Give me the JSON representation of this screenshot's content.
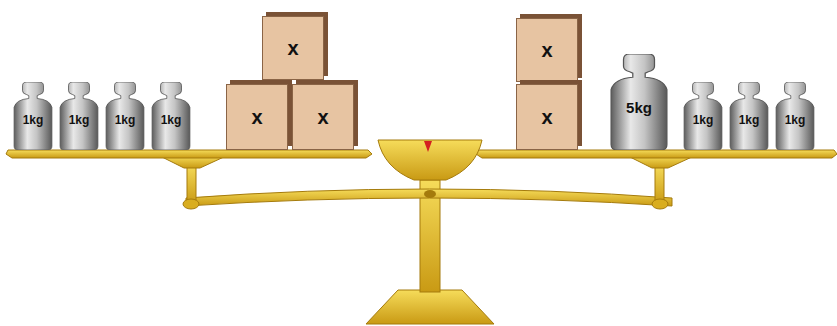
{
  "diagram": {
    "nodes": [
      {
        "text": [
          "1kg"
        ]
      },
      {
        "text": [
          "1kg"
        ]
      },
      {
        "text": [
          "1kg"
        ]
      },
      {
        "text": [
          "1kg"
        ]
      },
      {
        "text": [
          "x"
        ]
      },
      {
        "text": [
          "x"
        ]
      },
      {
        "text": [
          "x"
        ]
      },
      {
        "text": [
          "x"
        ]
      },
      {
        "text": [
          "x"
        ]
      },
      {
        "text": [
          "5kg"
        ]
      },
      {
        "text": [
          "1kg"
        ]
      },
      {
        "text": [
          "1kg"
        ]
      },
      {
        "text": [
          "1kg"
        ]
      }
    ]
  }
}
